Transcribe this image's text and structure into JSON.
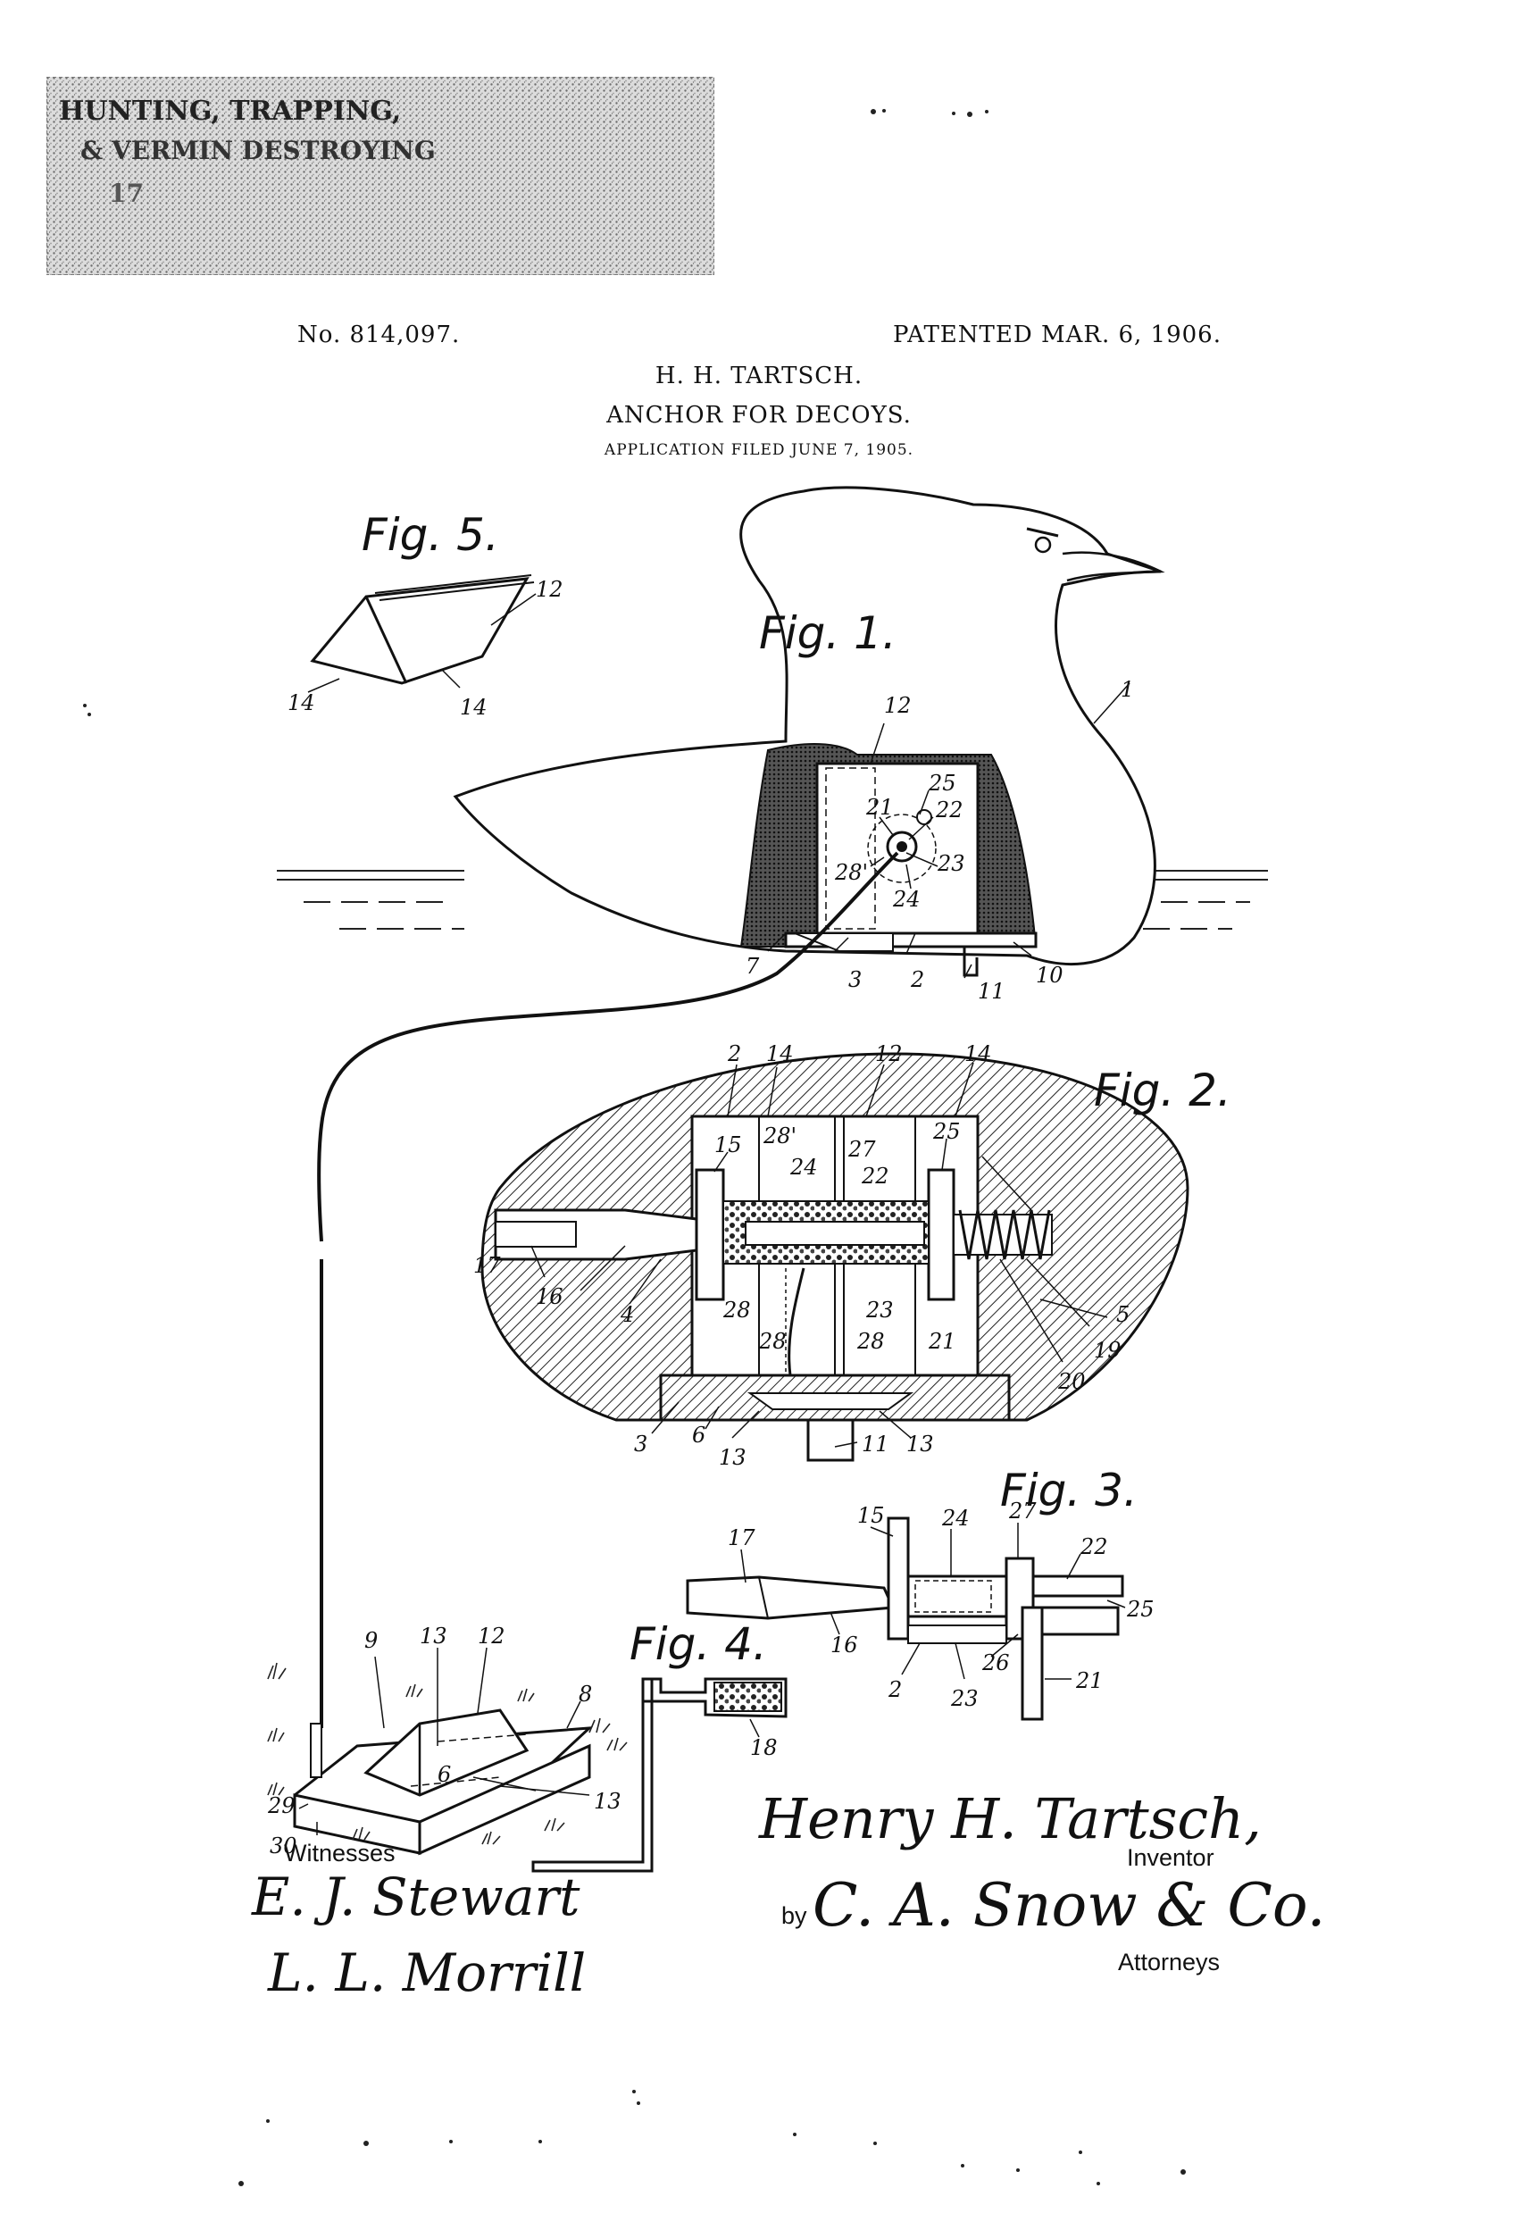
{
  "stamp": {
    "line1": "HUNTING, TRAPPING,",
    "line2": "& VERMIN DESTROYING",
    "line3": "17"
  },
  "header": {
    "patent_number": "No. 814,097.",
    "patented": "PATENTED MAR. 6, 1906.",
    "inventor_name": "H. H. TARTSCH.",
    "title": "ANCHOR FOR DECOYS.",
    "application": "APPLICATION FILED JUNE 7, 1905."
  },
  "figures": {
    "fig1": "Fig. 1.",
    "fig2": "Fig. 2.",
    "fig3": "Fig. 3.",
    "fig4": "Fig. 4.",
    "fig5": "Fig. 5."
  },
  "reference_numerals": {
    "fig5": [
      "12",
      "14",
      "14"
    ],
    "fig1": [
      "1",
      "12",
      "25",
      "21",
      "22",
      "23",
      "28'",
      "24",
      "7",
      "3",
      "2",
      "11",
      "10"
    ],
    "fig2": [
      "2",
      "14",
      "12",
      "14",
      "15",
      "28'",
      "27",
      "25",
      "24",
      "22",
      "17",
      "16",
      "4",
      "28",
      "28",
      "23",
      "28",
      "21",
      "5",
      "19",
      "20",
      "3",
      "6",
      "13",
      "11",
      "13"
    ],
    "fig3": [
      "17",
      "15",
      "24",
      "27",
      "22",
      "16",
      "25",
      "2",
      "26",
      "23",
      "21"
    ],
    "fig4": [
      "18"
    ],
    "anchor": [
      "9",
      "13",
      "12",
      "8",
      "6",
      "29",
      "30",
      "13"
    ]
  },
  "signatures": {
    "witnesses_label": "Witnesses",
    "witness_1": "E. J. Stewart",
    "witness_2": "L. L. Morrill",
    "inventor_signature": "Henry H. Tartsch,",
    "inventor_label": "Inventor",
    "by_label": "by",
    "attorney_signature": "C. A. Snow & Co.",
    "attorneys_label": "Attorneys"
  }
}
